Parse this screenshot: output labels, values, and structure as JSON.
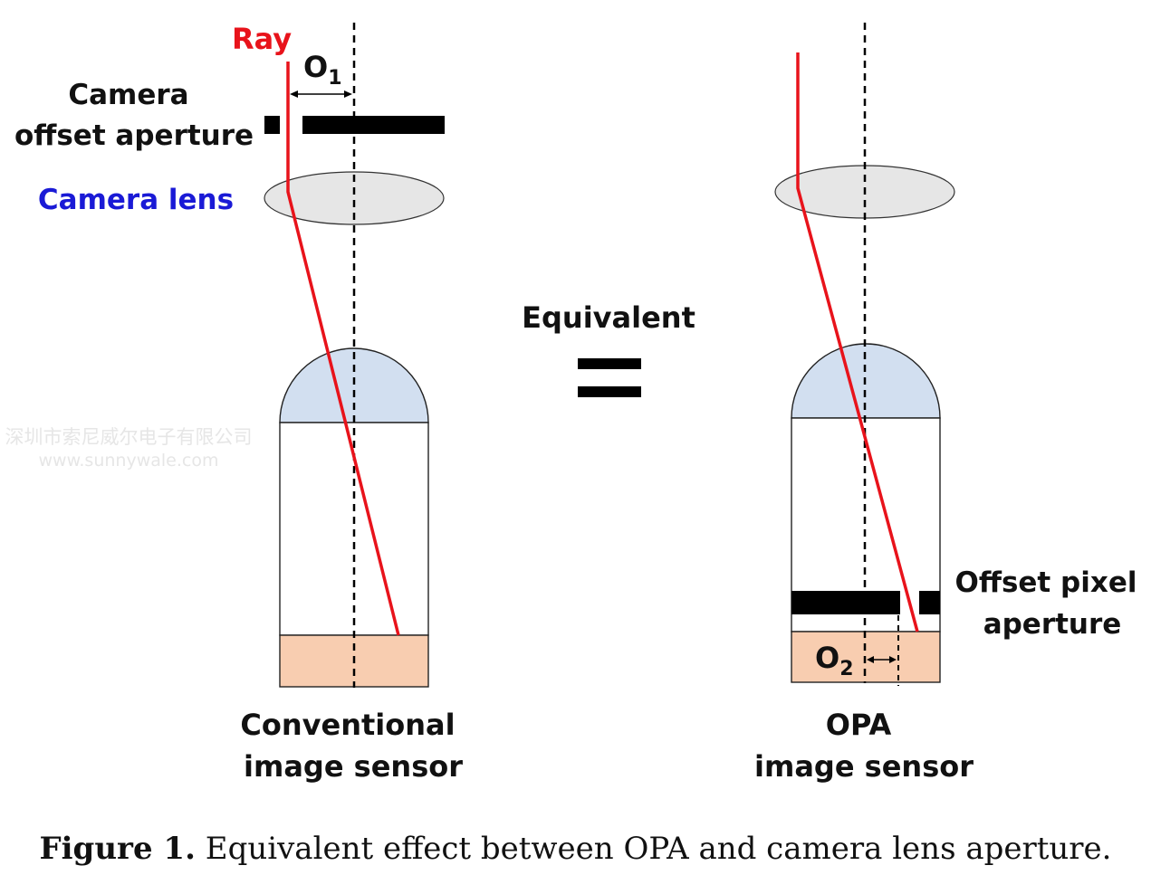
{
  "labels": {
    "ray": "Ray",
    "o1": "O",
    "o1_sub": "1",
    "o2": "O",
    "o2_sub": "2",
    "camera_aperture_line1": "Camera",
    "camera_aperture_line2": "offset aperture",
    "camera_lens": "Camera lens",
    "equivalent": "Equivalent",
    "offset_pixel_line1": "Offset pixel",
    "offset_pixel_line2": "aperture",
    "conventional_line1": "Conventional",
    "conventional_line2": "image sensor",
    "opa_line1": "OPA",
    "opa_line2": "image sensor"
  },
  "watermark": {
    "line1": "深圳市索尼威尔电子有限公司",
    "line2": "www.sunnywale.com"
  },
  "caption": {
    "label": "Figure 1.",
    "text": " Equivalent effect between OPA and camera lens aperture."
  },
  "colors": {
    "ray": "#e8131b",
    "camera_lens_label": "#1a1ad6",
    "lens_fill": "#e6e6e6",
    "microlens_fill": "#d2dff0",
    "photodiode_fill": "#f8cdb0",
    "aperture": "#000000"
  }
}
